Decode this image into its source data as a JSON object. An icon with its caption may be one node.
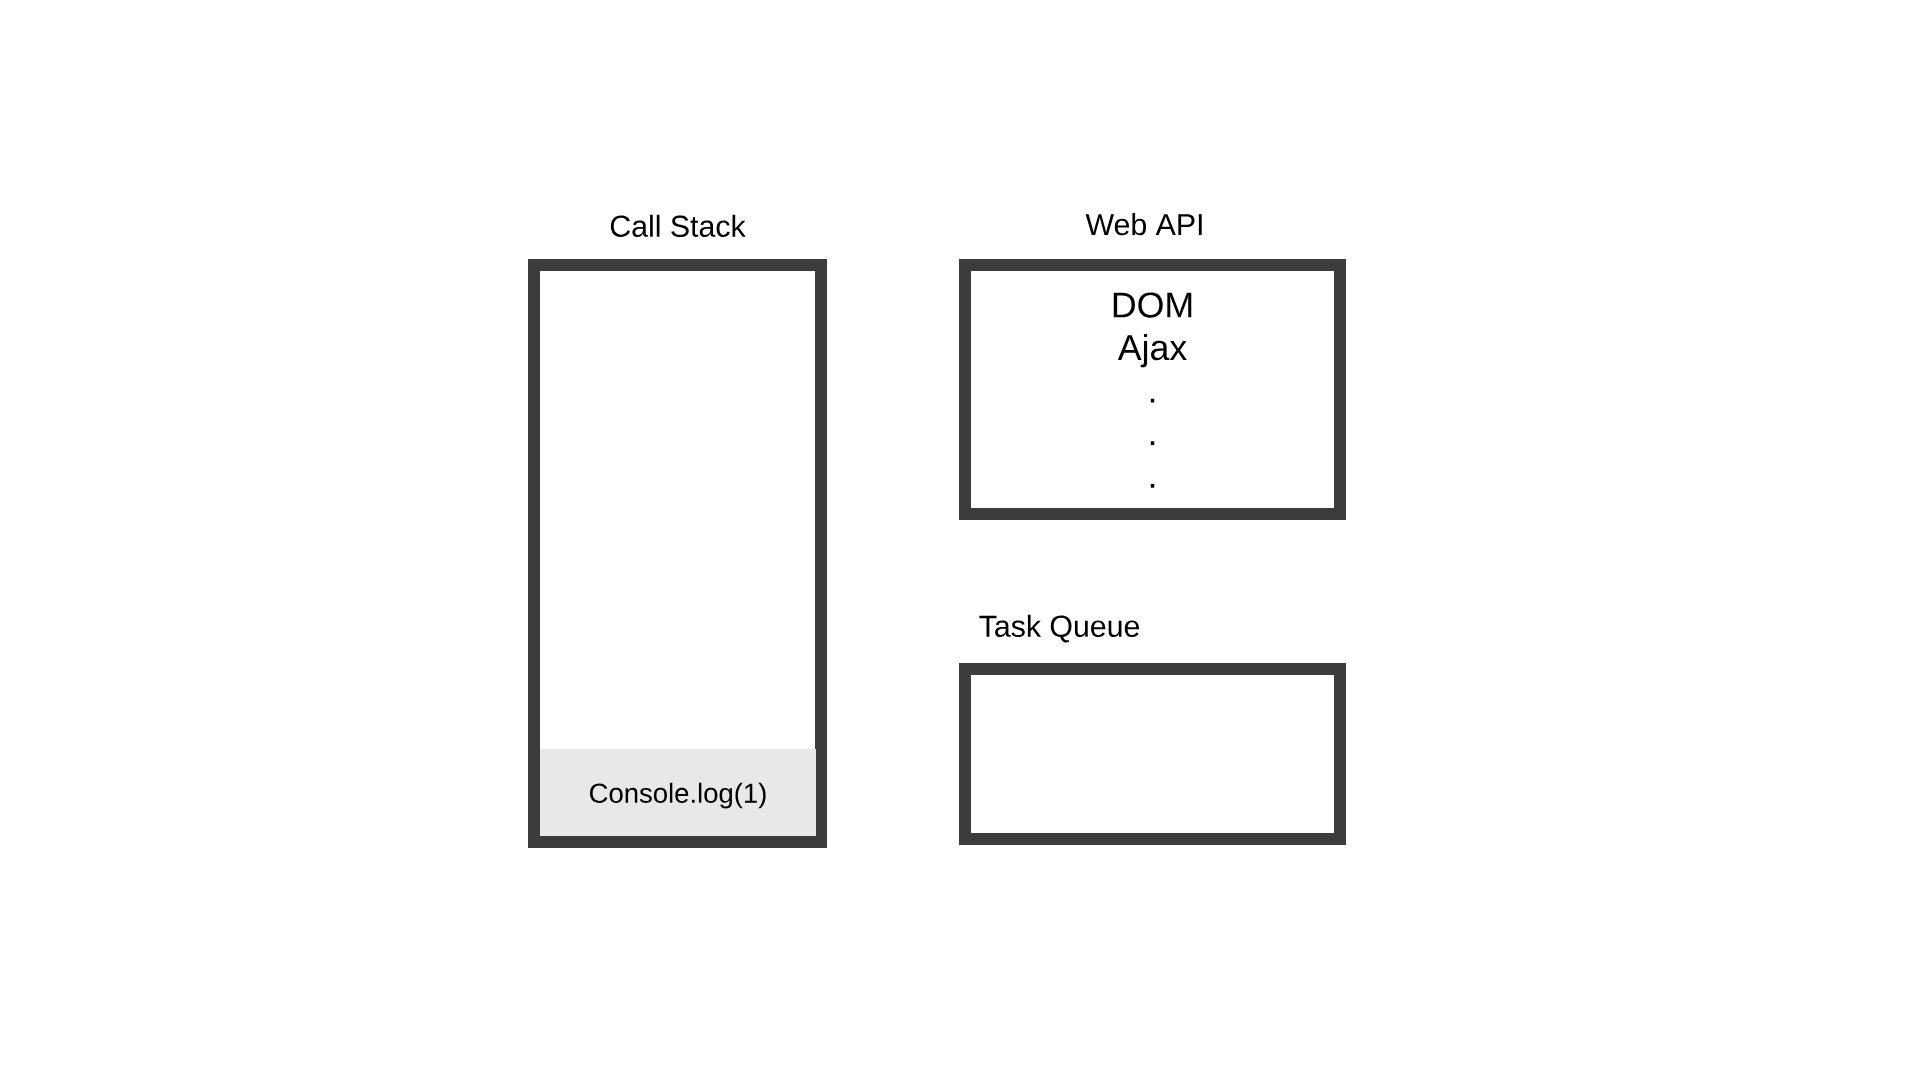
{
  "diagram": {
    "nodes": [
      {
        "text": [
          "Call Stack"
        ]
      },
      {
        "text": [
          "Console.log(1)"
        ],
        "in": 0
      },
      {
        "text": [
          "Web API",
          "DOM",
          "Ajax",
          ".",
          ".",
          "."
        ]
      },
      {
        "text": [
          "Task Queue"
        ]
      }
    ]
  }
}
